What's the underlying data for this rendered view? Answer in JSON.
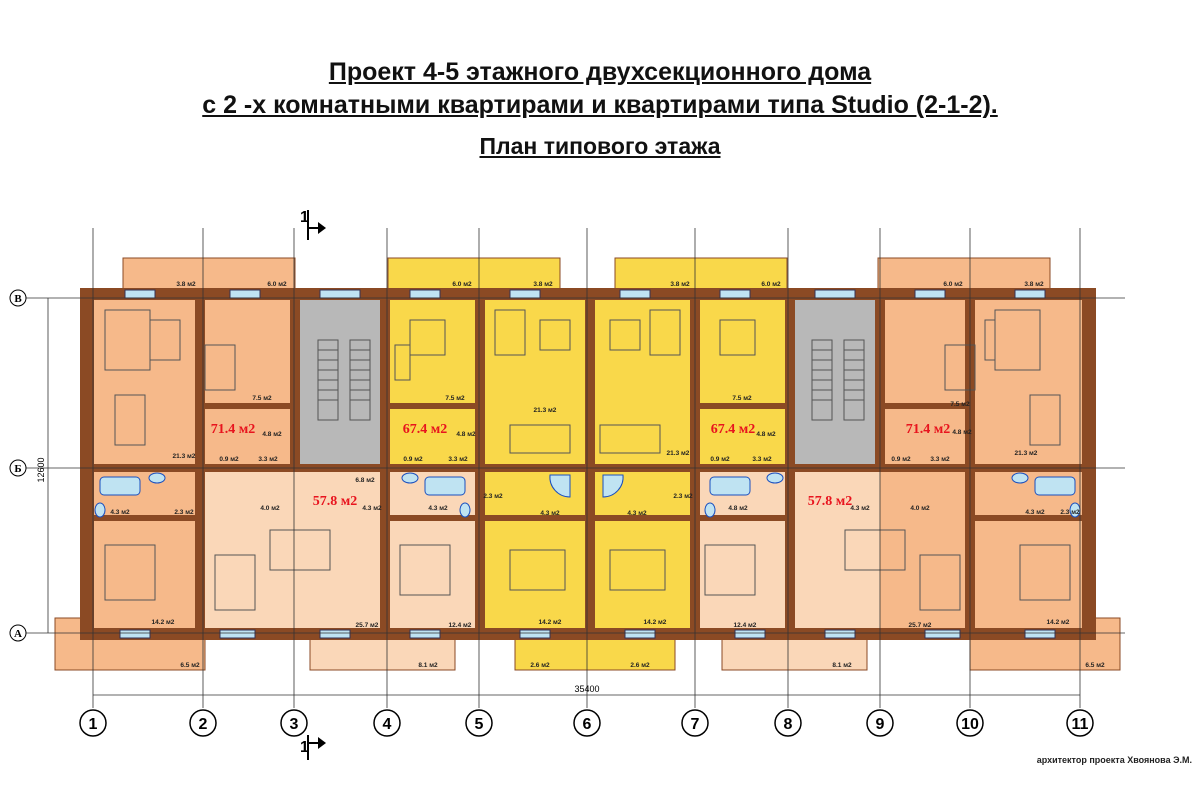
{
  "title": {
    "line1": "Проект 4-5 этажного двухсекционного дома",
    "line2": "с 2 -х комнатными квартирами и квартирами типа Studio (2-1-2).",
    "subtitle": "План типового этажа"
  },
  "section_marker": "1",
  "axes_letters": [
    "В",
    "Б",
    "А"
  ],
  "axes_numbers": [
    "1",
    "2",
    "3",
    "4",
    "5",
    "6",
    "7",
    "8",
    "9",
    "10",
    "11"
  ],
  "overall_dimension": "35400",
  "depth_dimension": "12600",
  "apartment_areas": [
    "71.4 м2",
    "57.8 м2",
    "67.4 м2",
    "67.4 м2",
    "57.8 м2",
    "71.4 м2"
  ],
  "room_areas": {
    "loggia_a": "3.8 м2",
    "loggia_b": "6.0 м2",
    "loggia_c": "6.5 м2",
    "loggia_d": "8.1 м2",
    "loggia_e": "2.6 м2",
    "kitchen": "7.5 м2",
    "hall": "4.8 м2",
    "closet_a": "0.9 м2",
    "closet_b": "3.3 м2",
    "bath_a": "4.3 м2",
    "bath_b": "2.3 м2",
    "living_a": "21.3 м2",
    "living_b": "25.7 м2",
    "bedroom_a": "14.2 м2",
    "bedroom_b": "12.4 м2",
    "studio_bath": "4.3 м2",
    "studio_small": "2.3 м2",
    "corridor": "6.8 м2",
    "hall_b": "4.0 м2"
  },
  "credit": "архитектор  проекта  Хвоянова Э.М.",
  "colors": {
    "wall": "#8b4a24",
    "apt_orange": "#f6b98a",
    "apt_light": "#fad7b8",
    "apt_yellow": "#f9d84a",
    "stair": "#b8b8b8",
    "area_red": "#e8141e",
    "axis_line": "#333333"
  }
}
